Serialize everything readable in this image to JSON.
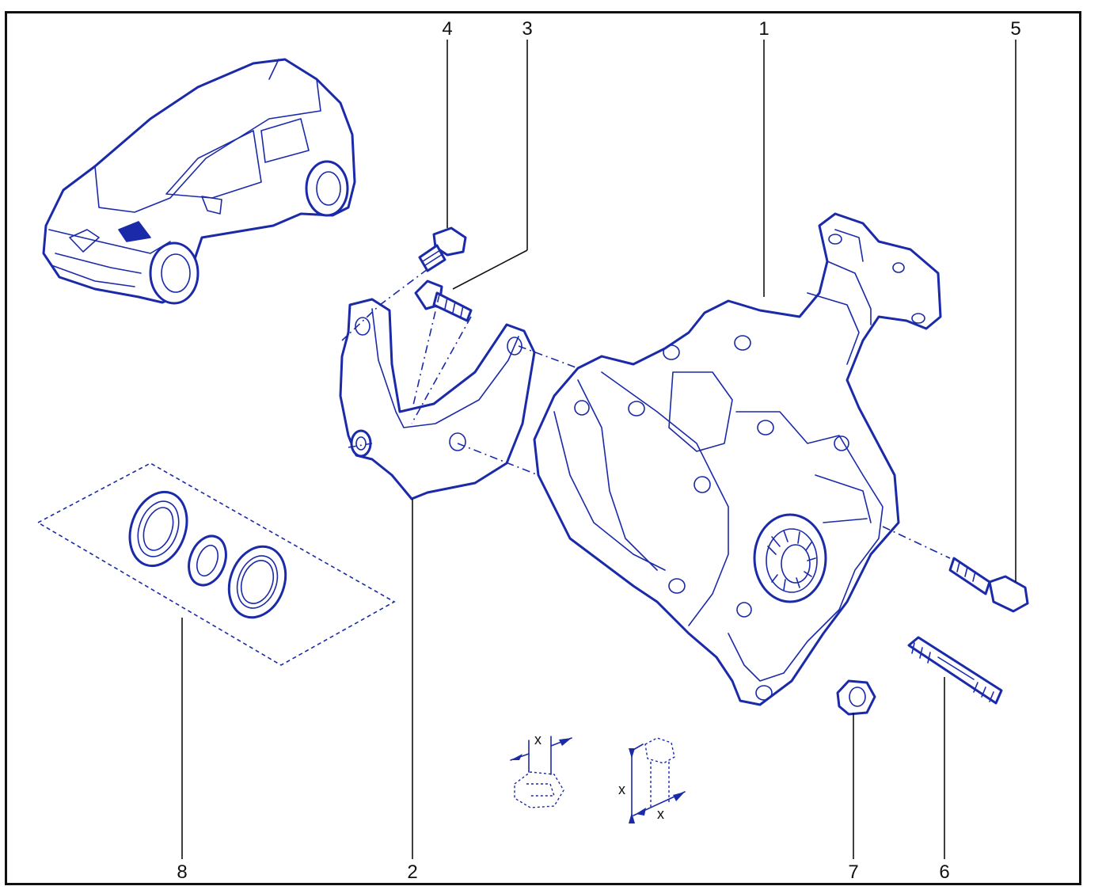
{
  "diagram": {
    "callouts": [
      {
        "id": "1",
        "label": "1"
      },
      {
        "id": "2",
        "label": "2"
      },
      {
        "id": "3",
        "label": "3"
      },
      {
        "id": "4",
        "label": "4"
      },
      {
        "id": "5",
        "label": "5"
      },
      {
        "id": "6",
        "label": "6"
      },
      {
        "id": "7",
        "label": "7"
      },
      {
        "id": "8",
        "label": "8"
      }
    ],
    "dimension_symbol": "x",
    "colors": {
      "line": "#1a2aa8",
      "fill": "#ffffff",
      "leader": "#111111",
      "frame": "#111111"
    }
  }
}
